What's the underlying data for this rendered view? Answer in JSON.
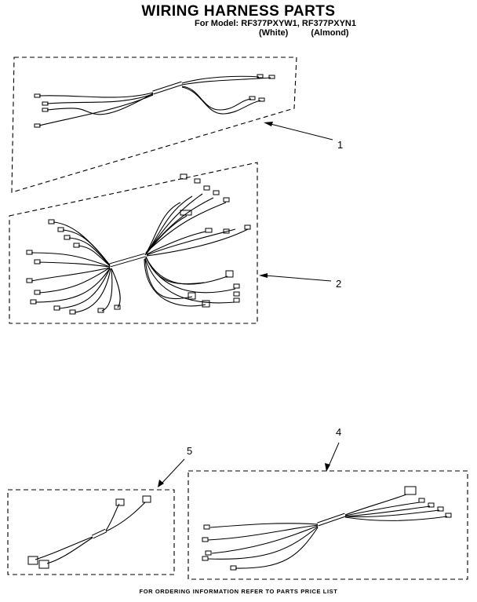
{
  "header": {
    "title": "WIRING HARNESS PARTS",
    "model_line": "For Model: RF377PXYW1, RF377PXYN1",
    "variant_white": "(White)",
    "variant_almond": "(Almond)"
  },
  "parts": [
    {
      "callout": "1",
      "icon": "wire-harness"
    },
    {
      "callout": "2",
      "icon": "main-wire-harness"
    },
    {
      "callout": "4",
      "icon": "wire-harness"
    },
    {
      "callout": "5",
      "icon": "wire-harness-short"
    }
  ],
  "footer": {
    "note": "FOR ORDERING INFORMATION REFER TO PARTS PRICE LIST"
  }
}
